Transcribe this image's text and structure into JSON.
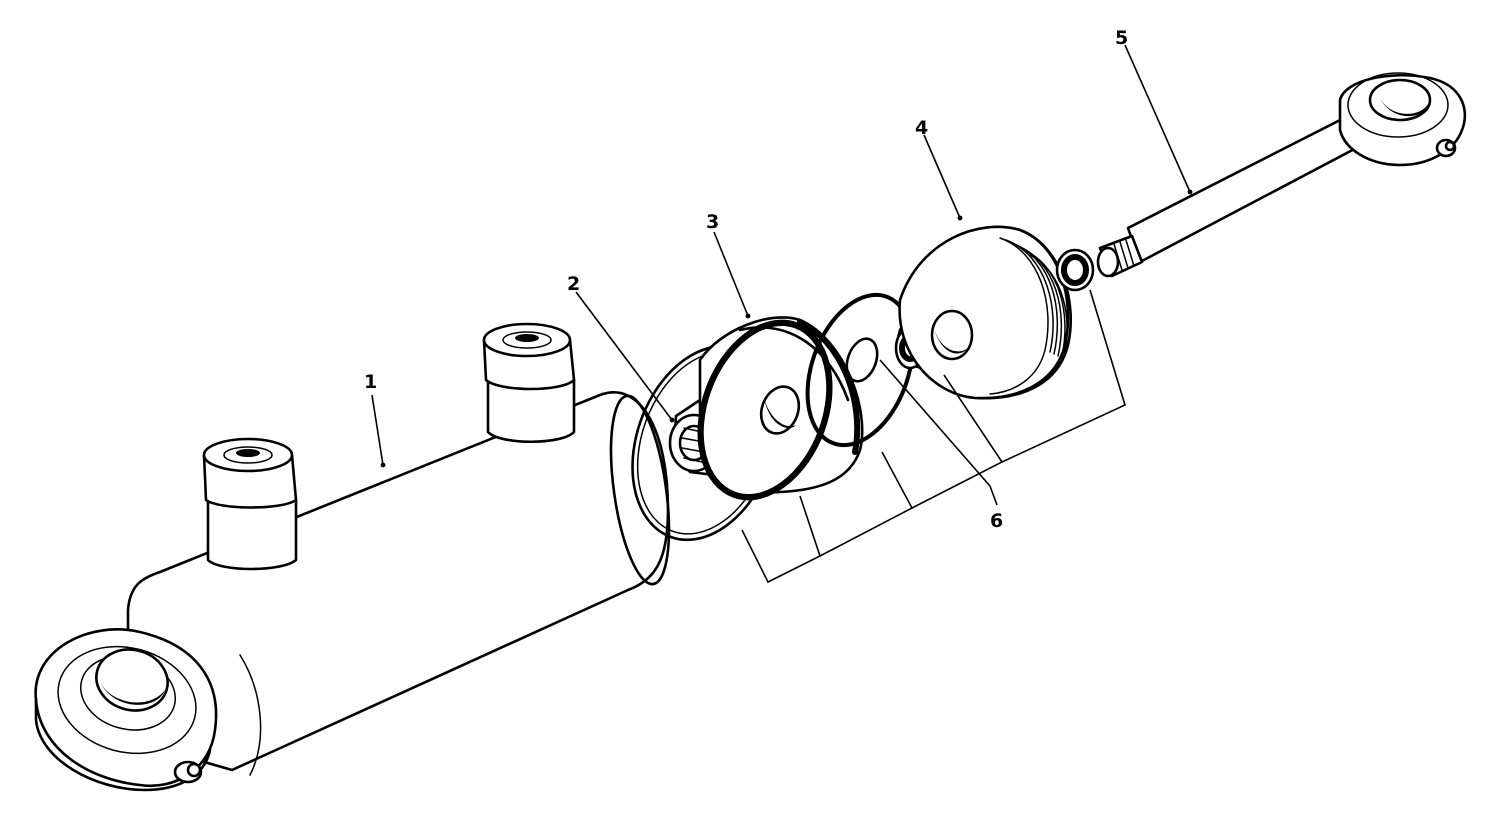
{
  "callouts": {
    "c1": "1",
    "c2": "2",
    "c3": "3",
    "c4": "4",
    "c5": "5",
    "c6": "6"
  },
  "colors": {
    "ink": "#000000",
    "paper": "#ffffff"
  }
}
